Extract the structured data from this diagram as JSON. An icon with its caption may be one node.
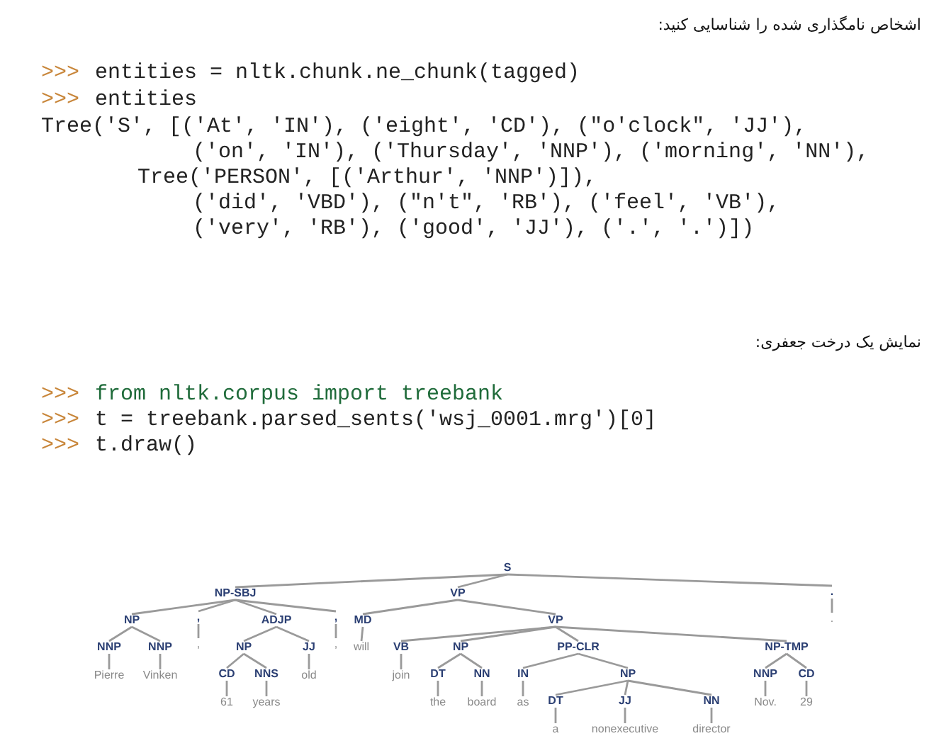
{
  "diagram": {
    "nodes": [
      {
        "text": [
          "S"
        ]
      },
      {
        "text": [
          "NP-SBJ"
        ]
      },
      {
        "text": [
          "VP"
        ]
      },
      {
        "text": [
          "."
        ]
      },
      {
        "text": [
          "NP"
        ]
      },
      {
        "text": [
          ","
        ]
      },
      {
        "text": [
          "ADJP"
        ]
      },
      {
        "text": [
          ","
        ]
      },
      {
        "text": [
          "MD"
        ]
      },
      {
        "text": [
          "VP"
        ]
      },
      {
        "text": [
          "."
        ]
      },
      {
        "text": [
          "NNP"
        ]
      },
      {
        "text": [
          "NNP"
        ]
      },
      {
        "text": [
          ","
        ]
      },
      {
        "text": [
          "NP"
        ]
      },
      {
        "text": [
          "JJ"
        ]
      },
      {
        "text": [
          ","
        ]
      },
      {
        "text": [
          "will"
        ]
      },
      {
        "text": [
          "VB"
        ]
      },
      {
        "text": [
          "NP"
        ]
      },
      {
        "text": [
          "PP-CLR"
        ]
      },
      {
        "text": [
          "NP-TMP"
        ]
      },
      {
        "text": [
          "Pierre"
        ]
      },
      {
        "text": [
          "Vinken"
        ]
      },
      {
        "text": [
          "CD"
        ]
      },
      {
        "text": [
          "NNS"
        ]
      },
      {
        "text": [
          "old"
        ]
      },
      {
        "text": [
          "join"
        ]
      },
      {
        "text": [
          "DT"
        ]
      },
      {
        "text": [
          "NN"
        ]
      },
      {
        "text": [
          "IN"
        ]
      },
      {
        "text": [
          "NP"
        ]
      },
      {
        "text": [
          "NNP"
        ]
      },
      {
        "text": [
          "CD"
        ]
      },
      {
        "text": [
          "61"
        ]
      },
      {
        "text": [
          "years"
        ]
      },
      {
        "text": [
          "the"
        ]
      },
      {
        "text": [
          "board"
        ]
      },
      {
        "text": [
          "as"
        ]
      },
      {
        "text": [
          "DT"
        ]
      },
      {
        "text": [
          "JJ"
        ]
      },
      {
        "text": [
          "NN"
        ]
      },
      {
        "text": [
          "Nov."
        ]
      },
      {
        "text": [
          "29"
        ]
      },
      {
        "text": [
          "a"
        ]
      },
      {
        "text": [
          "nonexecutive"
        ]
      },
      {
        "text": [
          "director"
        ]
      }
    ],
    "edges": [
      {
        "from": 0,
        "to": 1,
        "arrow": "none"
      },
      {
        "from": 0,
        "to": 2,
        "arrow": "none"
      },
      {
        "from": 0,
        "to": 3,
        "arrow": "none"
      },
      {
        "from": 1,
        "to": 4,
        "arrow": "none"
      },
      {
        "from": 1,
        "to": 5,
        "arrow": "none"
      },
      {
        "from": 1,
        "to": 6,
        "arrow": "none"
      },
      {
        "from": 1,
        "to": 7,
        "arrow": "none"
      },
      {
        "from": 2,
        "to": 8,
        "arrow": "none"
      },
      {
        "from": 2,
        "to": 9,
        "arrow": "none"
      },
      {
        "from": 3,
        "to": 10,
        "arrow": "none"
      },
      {
        "from": 4,
        "to": 11,
        "arrow": "none"
      },
      {
        "from": 4,
        "to": 12,
        "arrow": "none"
      },
      {
        "from": 5,
        "to": 13,
        "arrow": "none"
      },
      {
        "from": 6,
        "to": 14,
        "arrow": "none"
      },
      {
        "from": 6,
        "to": 15,
        "arrow": "none"
      },
      {
        "from": 7,
        "to": 16,
        "arrow": "none"
      },
      {
        "from": 8,
        "to": 17,
        "arrow": "none"
      },
      {
        "from": 9,
        "to": 18,
        "arrow": "none"
      },
      {
        "from": 9,
        "to": 19,
        "arrow": "none"
      },
      {
        "from": 9,
        "to": 20,
        "arrow": "none"
      },
      {
        "from": 9,
        "to": 21,
        "arrow": "none"
      },
      {
        "from": 11,
        "to": 22,
        "arrow": "none"
      },
      {
        "from": 12,
        "to": 23,
        "arrow": "none"
      },
      {
        "from": 14,
        "to": 24,
        "arrow": "none"
      },
      {
        "from": 14,
        "to": 25,
        "arrow": "none"
      },
      {
        "from": 15,
        "to": 26,
        "arrow": "none"
      },
      {
        "from": 18,
        "to": 27,
        "arrow": "none"
      },
      {
        "from": 19,
        "to": 28,
        "arrow": "none"
      },
      {
        "from": 19,
        "to": 29,
        "arrow": "none"
      },
      {
        "from": 20,
        "to": 30,
        "arrow": "none"
      },
      {
        "from": 20,
        "to": 31,
        "arrow": "none"
      },
      {
        "from": 21,
        "to": 32,
        "arrow": "none"
      },
      {
        "from": 21,
        "to": 33,
        "arrow": "none"
      },
      {
        "from": 24,
        "to": 34,
        "arrow": "none"
      },
      {
        "from": 25,
        "to": 35,
        "arrow": "none"
      },
      {
        "from": 28,
        "to": 36,
        "arrow": "none"
      },
      {
        "from": 29,
        "to": 37,
        "arrow": "none"
      },
      {
        "from": 30,
        "to": 38,
        "arrow": "none"
      },
      {
        "from": 31,
        "to": 39,
        "arrow": "none"
      },
      {
        "from": 31,
        "to": 40,
        "arrow": "none"
      },
      {
        "from": 31,
        "to": 41,
        "arrow": "none"
      },
      {
        "from": 32,
        "to": 42,
        "arrow": "none"
      },
      {
        "from": 33,
        "to": 43,
        "arrow": "none"
      },
      {
        "from": 39,
        "to": 44,
        "arrow": "none"
      },
      {
        "from": 40,
        "to": 45,
        "arrow": "none"
      },
      {
        "from": 41,
        "to": 46,
        "arrow": "none"
      }
    ],
    "labels": [
      "اشخاص نامگذاری شده را شناسایی کنید:",
      ">>>",
      "entities = nltk.chunk.ne_chunk(tagged)",
      ">>>",
      "entities",
      "Tree('S', [('At', 'IN'), ('eight', 'CD'), (\"o'clock\", 'JJ'),",
      "('on', 'IN'), ('Thursday', 'NNP'), ('morning', 'NN'),",
      "Tree('PERSON', [('Arthur', 'NNP')]),",
      "('did', 'VBD'), (\"n't\", 'RB'), ('feel', 'VB'),",
      "('very', 'RB'), ('good', 'JJ'), ('.', '.')])",
      "نمایش یک درخت جعفری:",
      ">>>",
      "from nltk.corpus import treebank",
      ">>>",
      "t = treebank.parsed_sents('wsj_0001.mrg')[0]",
      ">>>",
      "t.draw()"
    ]
  }
}
